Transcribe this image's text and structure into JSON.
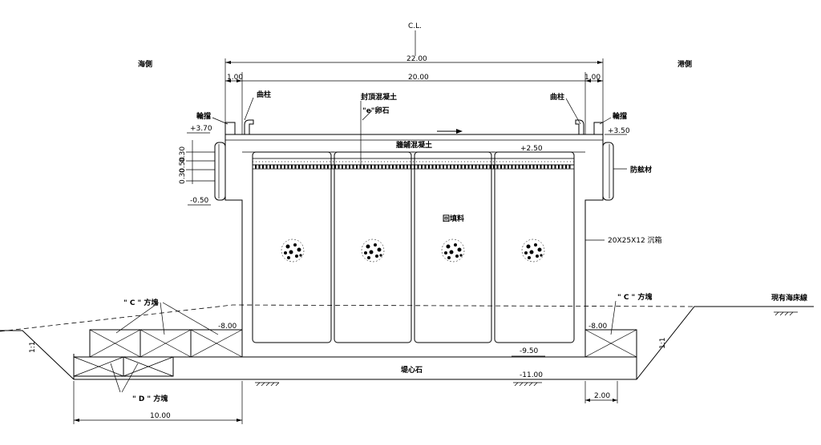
{
  "labels": {
    "centerline": "C.L.",
    "sea_side": "海側",
    "harbor_side": "港側",
    "bollard_left": "曲柱",
    "bollard_right": "曲柱",
    "wheel_guard_left": "輪擋",
    "wheel_guard_right": "輪擋",
    "cap_concrete": "封頂混凝土",
    "armor_stone": "\"e\"卵石",
    "wall_concrete": "牆鋪混凝土",
    "fill": "回填料",
    "caisson": "20X25X12 沉箱",
    "fender": "防舷材",
    "block_c_left": "\" C \" 方塊",
    "block_c_right": "\" C \" 方塊",
    "block_d": "\" D \" 方塊",
    "core_stone": "堤心石",
    "existing_seabed": "現有海床線",
    "slope_left": "1:1",
    "slope_right": "1:1"
  },
  "dimensions": {
    "overall_width": "22.00",
    "inner_width": "20.00",
    "edge_left": "1.00",
    "edge_right": "1.00",
    "base_left": "10.00",
    "base_right": "2.00",
    "layer_a": "0.30",
    "layer_b": "0.50",
    "layer_c": "0.30"
  },
  "elevations": {
    "top_left": "+3.70",
    "top_right": "+3.50",
    "fill_top": "+2.50",
    "fender_bottom": "-0.50",
    "blocks_left": "-8.00",
    "blocks_right": "-8.00",
    "caisson_bottom": "-9.50",
    "foundation_bottom": "-11.00"
  }
}
